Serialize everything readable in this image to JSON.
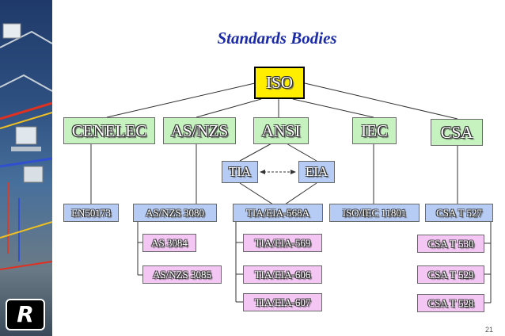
{
  "title": "Standards Bodies",
  "root": {
    "label": "ISO"
  },
  "level1": [
    {
      "id": "cenelec",
      "label": "CENELEC"
    },
    {
      "id": "asnzs",
      "label": "AS/NZS"
    },
    {
      "id": "ansi",
      "label": "ANSI"
    },
    {
      "id": "iec",
      "label": "IEC"
    },
    {
      "id": "csa",
      "label": "CSA"
    }
  ],
  "ansi_children": [
    {
      "id": "tia",
      "label": "TIA"
    },
    {
      "id": "eia",
      "label": "EIA"
    }
  ],
  "standards": [
    {
      "id": "en50173",
      "label": "EN50173"
    },
    {
      "id": "asnzs3080",
      "label": "AS/NZS 3080"
    },
    {
      "id": "tiaeia568a",
      "label": "TIA/EIA-568A"
    },
    {
      "id": "isoiec11801",
      "label": "ISO/IEC 11801"
    },
    {
      "id": "csat527",
      "label": "CSA T 527"
    }
  ],
  "asnzs_sub": [
    "AS 3084",
    "AS/NZS 3085"
  ],
  "tia_sub": [
    "TIA/EIA-569",
    "TIA/EIA-606",
    "TIA/EIA-607"
  ],
  "csa_sub": [
    "CSA T 530",
    "CSA T 529",
    "CSA T 528"
  ],
  "colors": {
    "title": "#1a2aa8",
    "root_fill": "#ffee00",
    "level1_fill": "#c6f2c0",
    "standard_fill": "#b6ccf4",
    "sub_fill": "#f3c6f3"
  },
  "logo_letter": "R",
  "page_number": "21"
}
